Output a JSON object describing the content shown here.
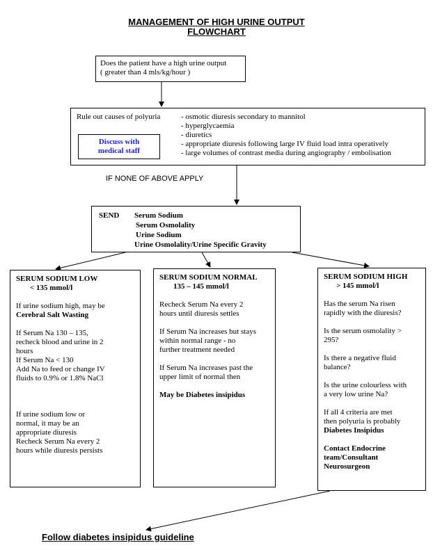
{
  "title": {
    "line1": "MANAGEMENT OF HIGH URINE OUTPUT",
    "line2": "FLOWCHART"
  },
  "question_box": {
    "line1": "Does the patient have a high urine output",
    "line2": "( greater than 4 mls/kg/hour )"
  },
  "rule_out_box": {
    "label": "Rule out causes of  polyuria",
    "discuss_line1": "Discuss with",
    "discuss_line2": "medical staff",
    "causes": [
      "osmotic diuresis secondary to mannitol",
      "hyperglycaemia",
      "diuretics",
      "appropriate diuresis following large IV fluid load intra operatively",
      "large volumes of contrast media during angiography / embolisation"
    ]
  },
  "if_none_label": "IF NONE OF ABOVE APPLY",
  "send_box": {
    "send_label": "SEND",
    "tests": [
      "Serum Sodium",
      "Serum Osmolality",
      "Urine Sodium",
      "Urine Osmolality/Urine Specific Gravity"
    ]
  },
  "low_box": {
    "heading": "SERUM SODIUM LOW",
    "range": "< 135 mmol/l",
    "p1": "If urine sodium high,  may be",
    "p1_bold": "Cerebral Salt Wasting",
    "p2_lines": [
      "If Serum Na 130 – 135,",
      "recheck  blood and urine in 2",
      "hours"
    ],
    "p3_lines": [
      "If Serum Na < 130",
      "Add Na to feed or change IV",
      "fluids to 0.9% or 1.8% NaCl"
    ],
    "p4_lines": [
      "If urine sodium low or",
      "normal, it may be an",
      "appropriate diuresis",
      "Recheck Serum Na every 2",
      "hours while diuresis persists"
    ]
  },
  "normal_box": {
    "heading": "SERUM SODIUM NORMAL",
    "range": "135 – 145 mmol/l",
    "p1_lines": [
      "Recheck Serum Na every 2",
      "hours until diuresis settles"
    ],
    "p2_lines": [
      "If Serum Na increases but stays",
      "within normal range -  no",
      "further treatment needed"
    ],
    "p3_lines": [
      "If Serum  Na increases past the",
      "upper limit of normal  then"
    ],
    "p4_bold": "May be Diabetes insipidus"
  },
  "high_box": {
    "heading": "SERUM SODIUM HIGH",
    "range": "> 145 mmol/l",
    "q1_lines": [
      "Has the serum Na risen",
      "rapidly with the diuresis?"
    ],
    "q2_lines": [
      "Is the serum osmolality >",
      "295?"
    ],
    "q3_lines": [
      "Is there a negative fluid",
      "balance?"
    ],
    "q4_lines": [
      "Is the urine colourless with",
      "a very low urine Na?"
    ],
    "p5_lines": [
      "If all 4 criteria are met",
      "then polyuria is probably"
    ],
    "p5_bold": "Diabetes Insipidus",
    "contact_lines": [
      "Contact Endocrine",
      "team/Consultant",
      "Neurosurgeon"
    ]
  },
  "footer_link": "Follow diabetes insipidus guideline"
}
